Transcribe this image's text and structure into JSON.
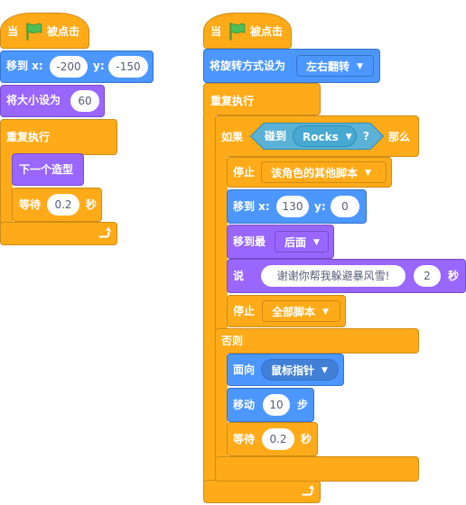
{
  "left_script": {
    "when_flag": {
      "when": "当",
      "clicked": "被点击"
    },
    "goto": {
      "label": "移到 x:",
      "x": "-200",
      "ylabel": "y:",
      "y": "-150"
    },
    "set_size": {
      "label": "将大小设为",
      "value": "60"
    },
    "forever": {
      "label": "重复执行"
    },
    "next_costume": {
      "label": "下一个造型"
    },
    "wait": {
      "label": "等待",
      "value": "0.2",
      "unit": "秒"
    }
  },
  "right_script": {
    "when_flag": {
      "when": "当",
      "clicked": "被点击"
    },
    "rotation": {
      "label": "将旋转方式设为",
      "value": "左右翻转"
    },
    "forever": {
      "label": "重复执行"
    },
    "if_else": {
      "if": "如果",
      "then": "那么",
      "else": "否则"
    },
    "touching": {
      "label": "碰到",
      "value": "Rocks",
      "q": "?"
    },
    "stop1": {
      "label": "停止",
      "value": "该角色的其他脚本"
    },
    "goto": {
      "label": "移到 x:",
      "x": "130",
      "ylabel": "y:",
      "y": "0"
    },
    "layer": {
      "label": "移到最",
      "value": "后面"
    },
    "say": {
      "label": "说",
      "text": "谢谢你帮我躲避暴风雪!",
      "secs": "2",
      "unit": "秒"
    },
    "stop2": {
      "label": "停止",
      "value": "全部脚本"
    },
    "point": {
      "label": "面向",
      "value": "鼠标指针"
    },
    "move": {
      "label": "移动",
      "value": "10",
      "unit": "步"
    },
    "wait": {
      "label": "等待",
      "value": "0.2",
      "unit": "秒"
    }
  },
  "icons": {
    "flag": "green-flag-icon",
    "loop": "loop-arrow-icon",
    "dropdown": "dropdown-arrow-icon"
  },
  "colors": {
    "events": "#ffab19",
    "control": "#ffab19",
    "motion": "#4c97ff",
    "looks": "#9966ff",
    "sensing": "#5cb1d6",
    "flag": "#4cbf56"
  }
}
